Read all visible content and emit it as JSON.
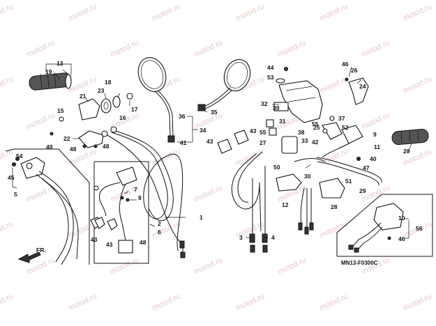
{
  "diagram": {
    "code": "MN13-F0300C",
    "front_marker": "FR.",
    "watermark": "motod.ru",
    "callouts": [
      "1",
      "2",
      "3",
      "4",
      "5",
      "6",
      "7",
      "8",
      "9",
      "10",
      "11",
      "12",
      "13",
      "15",
      "16",
      "17",
      "18",
      "19",
      "20",
      "21",
      "22",
      "23",
      "24",
      "25",
      "26",
      "27",
      "28",
      "29",
      "30",
      "31",
      "32",
      "33",
      "34",
      "35",
      "36",
      "37",
      "38",
      "39",
      "40",
      "41",
      "42",
      "43",
      "44",
      "45",
      "46",
      "47",
      "48",
      "49",
      "50",
      "51",
      "52",
      "53",
      "54",
      "55",
      "56"
    ]
  }
}
